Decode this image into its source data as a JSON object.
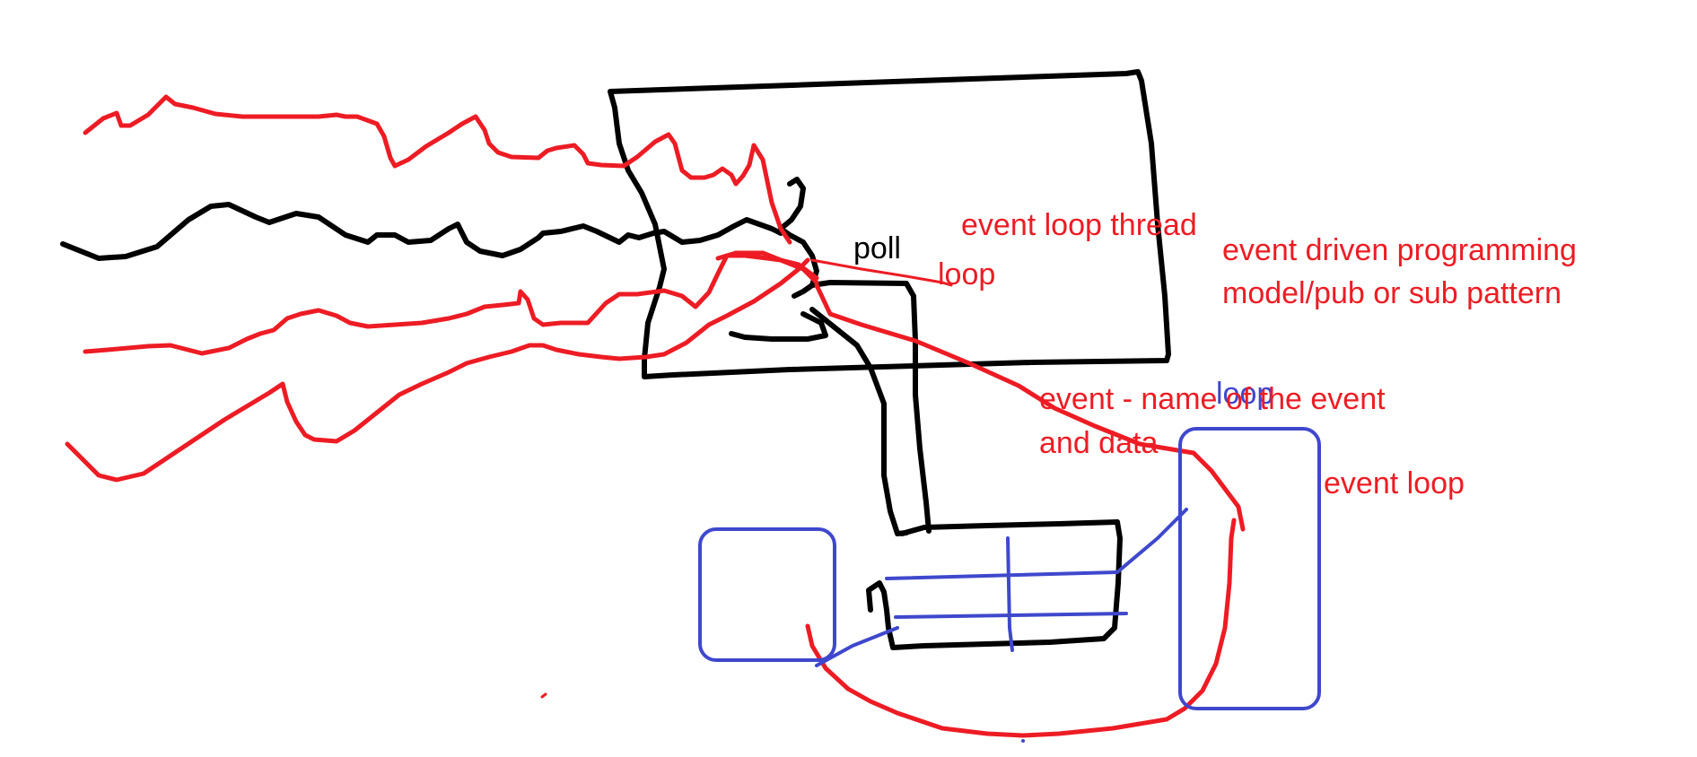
{
  "labels": {
    "event_loop_thread": "event loop thread",
    "poll": "poll",
    "loop_red": "loop",
    "event_driven_line1": "event driven programming",
    "event_driven_line2": "model/pub or sub pattern",
    "loop_blue": "loop",
    "event_name_line1": "event - name of the event",
    "event_name_line2": "and data",
    "event_loop": "event loop"
  },
  "colors": {
    "red_ink": "#ed1c24",
    "black_ink": "#000000",
    "blue_ink": "#3f48cc",
    "background": "#ffffff"
  }
}
